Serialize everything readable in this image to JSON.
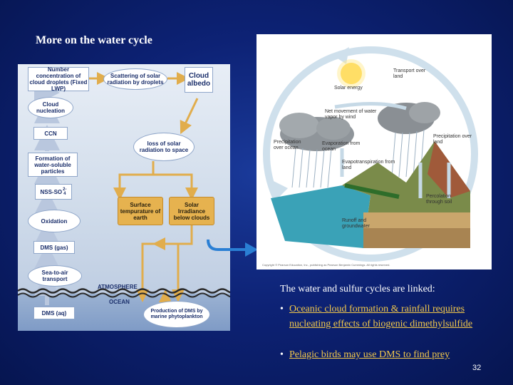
{
  "slide": {
    "title": "More on the water cycle",
    "page_number": "32"
  },
  "sulfur_diagram": {
    "left_column": [
      "Number concentration of cloud droplets (Fixed LWP)",
      "Cloud nucleation",
      "CCN",
      "Formation of water-soluble particles",
      "NSS-SO",
      "Oxidation",
      "DMS (gas)",
      "Sea-to-air transport",
      "DMS (aq)"
    ],
    "nss_superscript": "2-",
    "nss_subscript": "4",
    "scattering": "Scattering of solar radiation by droplets",
    "cloud_albedo": "Cloud albedo",
    "loss_solar": "loss of solar radiation to space",
    "surface_temp": "Surface tempurature of earth",
    "solar_irradiance": "Solar Irradiance below clouds",
    "production": "Production of DMS by marine phytoplankton",
    "atmosphere": "ATMOSPHERE",
    "ocean": "OCEAN"
  },
  "water_cycle": {
    "labels": {
      "solar_energy": "Solar energy",
      "transport_over_land": "Transport over land",
      "net_movement": "Net movement of water vapor by wind",
      "precip_ocean": "Precipitation over ocean",
      "evap_ocean": "Evaporation from ocean",
      "evapotranspiration": "Evapotranspiration from land",
      "precip_land": "Precipitation over land",
      "percolation": "Percolation through soil",
      "runoff": "Runoff and groundwater"
    },
    "copyright": "Copyright © Pearson Education, Inc., publishing as Pearson Benjamin Cummings. All rights reserved."
  },
  "text": {
    "lead": "The water and sulfur cycles are linked:",
    "bullets": [
      "Oceanic cloud formation & rainfall requires nucleating effects of biogenic dimethylsulfide",
      "Pelagic birds may use DMS to find prey"
    ]
  },
  "colors": {
    "background": "#0d2275",
    "link": "#f2c84b",
    "gold_box": "#e6b24f",
    "pointer_arrow": "#2a7fd4"
  }
}
